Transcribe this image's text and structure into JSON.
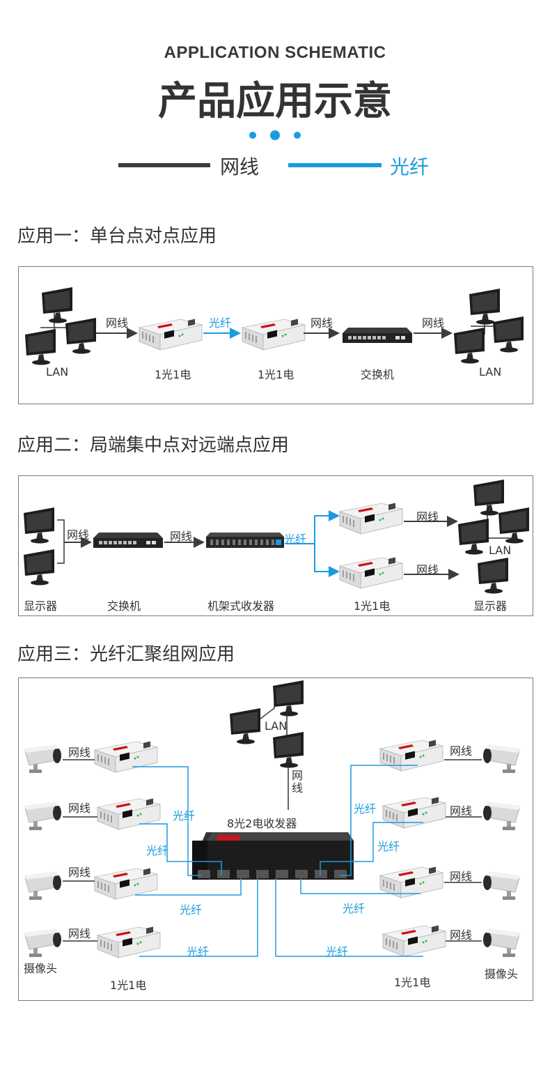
{
  "header": {
    "title_en": "APPLICATION SCHEMATIC",
    "title_cn": "产品应用示意",
    "legend": {
      "cable": "网线",
      "fiber": "光纤"
    }
  },
  "colors": {
    "cable": "#3c3c3c",
    "fiber": "#1a9be0",
    "accent_dot": "#1a9be0"
  },
  "app1": {
    "title": "应用一：单台点对点应用",
    "labels": {
      "lan_left": "LAN",
      "converter_a": "1光1电",
      "converter_b": "1光1电",
      "switch": "交换机",
      "lan_right": "LAN"
    },
    "links": {
      "l1": "网线",
      "l2": "光纤",
      "l3": "网线",
      "l4": "网线"
    }
  },
  "app2": {
    "title": "应用二：局端集中点对远端点应用",
    "labels": {
      "display_left": "显示器",
      "switch": "交换机",
      "rack": "机架式收发器",
      "converter": "1光1电",
      "display_right": "显示器",
      "lan": "LAN"
    },
    "links": {
      "l1": "网线",
      "l2": "网线",
      "l3": "光纤",
      "l4": "网线",
      "l5": "网线"
    }
  },
  "app3": {
    "title": "应用三：光纤汇聚组网应用",
    "labels": {
      "lan": "LAN",
      "hub": "8光2电收发器",
      "camera_left": "摄像头",
      "camera_right": "摄像头",
      "converter_left": "1光1电",
      "converter_right": "1光1电",
      "uplink": "网线"
    },
    "cable_label": "网线",
    "fiber_label": "光纤"
  }
}
